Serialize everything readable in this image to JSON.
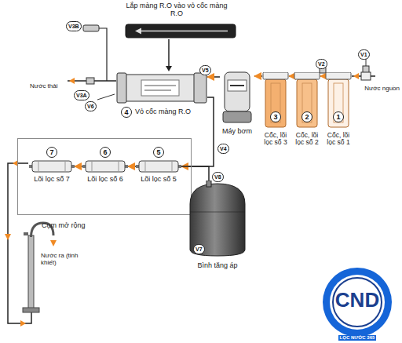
{
  "diagram": {
    "nodes": [
      {
        "text": [
          "1",
          "Cốc, lõi lọc số 1"
        ]
      },
      {
        "text": [
          "2",
          "Cốc, lõi lọc số 2"
        ]
      },
      {
        "text": [
          "3",
          "Cốc, lõi lọc số 3"
        ]
      },
      {
        "text": [
          "Máy bơm"
        ]
      },
      {
        "text": [
          "4",
          "Vỏ cốc màng R.O"
        ]
      },
      {
        "text": [
          "Cụm mở rộng"
        ]
      },
      {
        "text": [
          "7",
          "Lõi lọc số 7"
        ],
        "in": 5
      },
      {
        "text": [
          "6",
          "Lõi lọc số 6"
        ],
        "in": 5
      },
      {
        "text": [
          "5",
          "Lõi lọc số 5"
        ],
        "in": 5
      },
      {
        "text": [
          "Bình tăng áp"
        ]
      }
    ],
    "edges": [
      {
        "from": 0,
        "to": 1,
        "arrow": "to"
      },
      {
        "from": 1,
        "to": 2,
        "arrow": "to"
      },
      {
        "from": 2,
        "to": 3,
        "arrow": "to"
      },
      {
        "from": 3,
        "to": 4,
        "arrow": "to"
      },
      {
        "from": 4,
        "to": 8,
        "arrow": "to"
      },
      {
        "from": 8,
        "to": 7,
        "arrow": "to"
      },
      {
        "from": 7,
        "to": 6,
        "arrow": "to"
      },
      {
        "from": 9,
        "to": 8,
        "arrow": "none"
      }
    ],
    "labels": [
      "Lắp màng R.O vào vỏ cốc màng R.O",
      "V3B",
      "Nước thải",
      "V3A",
      "V6",
      "V5",
      "V2",
      "V1",
      "Nước nguồn",
      "V4",
      "V8",
      "V7",
      "Nước ra (tinh khiết)",
      "CND",
      "LỌC NƯỚC 365"
    ]
  }
}
